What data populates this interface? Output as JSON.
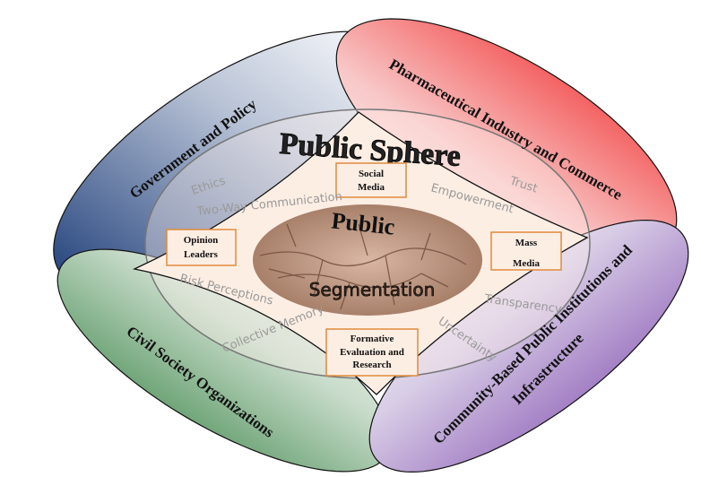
{
  "sectors": {
    "government": "Government and Policy",
    "pharma": "Pharmaceutical Industry and Commerce",
    "civil": "Civil Society Organizations",
    "community_line1": "Community-Based Public Institutions and",
    "community_line2": "Infrastructure"
  },
  "sphere_title": "Public Sphere",
  "center": {
    "line1": "Public",
    "line2": "Segmentation"
  },
  "boxes": {
    "social": [
      "Social",
      "Media"
    ],
    "opinion": [
      "Opinion",
      "Leaders"
    ],
    "mass": [
      "Mass",
      "Media"
    ],
    "formative": [
      "Formative",
      "Evaluation and",
      "Research"
    ]
  },
  "keywords": {
    "ethics": "Ethics",
    "two_way": "Two-Way Communication",
    "empowerment": "Empowerment",
    "trust": "Trust",
    "risk": "Risk Perceptions",
    "memory": "Collective Memory",
    "uncertainty": "Uncertainty",
    "transparency": "Transparency"
  },
  "colors": {
    "blue": "#1f3f7a",
    "red": "#f00000",
    "green": "#0f6a1f",
    "purple": "#6a2aa0",
    "box_border": "#e08a3c"
  }
}
